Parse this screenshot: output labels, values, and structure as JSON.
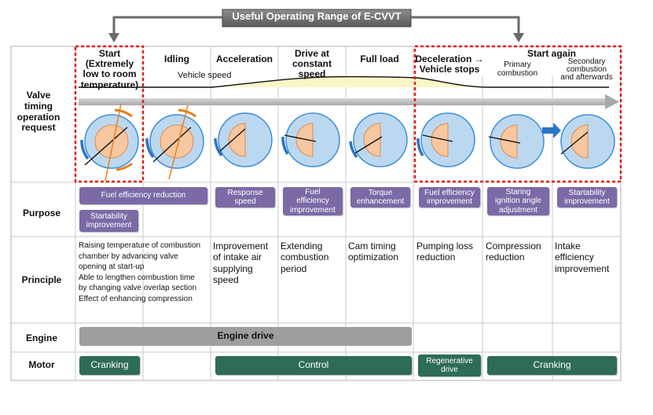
{
  "title": "Useful Operating Range of E-CVVT",
  "columns": [
    "Start\n(Extremely\nlow to room\ntemperature)",
    "Idling",
    "Acceleration",
    "Drive at\nconstant\nspeed",
    "Full load",
    "Deceleration →\nVehicle stops"
  ],
  "start_again": {
    "label": "Start again",
    "primary": "Primary\ncombustion",
    "secondary": "Secondary\ncombustion\nand afterwards"
  },
  "vehicle_speed_label": "Vehicle speed",
  "rows": {
    "valve": "Valve\ntiming\noperation\nrequest",
    "purpose": "Purpose",
    "principle": "Principle",
    "engine": "Engine",
    "motor": "Motor"
  },
  "purpose": {
    "fuel_eff_reduction": "Fuel efficiency reduction",
    "startability_improvement": "Startability\nimprovement",
    "response_speed": "Response\nspeed",
    "fuel_eff_improvement": "Fuel\nefficiency\nimprovement",
    "torque": "Torque\nenhancement",
    "fuel_eff_improvement_2": "Fuel efficiency\nimprovement",
    "staring_ignition": "Staring\nignition angle\nadjustment",
    "startability_improvement_2": "Startability\nimprovement"
  },
  "principle": {
    "start": "Raising temperature of combustion\nchamber by advancing valve\nopening at start-up\nAble to lengthen combustion time\nby changing valve overlap section\nEffect of enhancing compression",
    "acceleration": "Improvement\nof intake air\nsupplying\nspeed",
    "drive": "Extending\ncombustion\nperiod",
    "full_load": "Cam timing\noptimization",
    "deceleration": "Pumping loss\nreduction",
    "primary": "Compression\nreduction",
    "secondary": "Intake\nefficiency\nimprovement"
  },
  "engine": {
    "drive": "Engine drive"
  },
  "motor": {
    "cranking_1": "Cranking",
    "control": "Control",
    "regenerative": "Regenerative\ndrive",
    "cranking_2": "Cranking"
  },
  "colors": {
    "purple": "#7b6aa6",
    "green": "#2e6b58",
    "grey_bar": "#9e9e9e",
    "red_dash": "#e0201a",
    "disk_blue": "#bcd8f0",
    "disk_border": "#3d8fd8",
    "cam_orange": "#f6c7a0",
    "speed_fill": "#fbf6c8"
  }
}
